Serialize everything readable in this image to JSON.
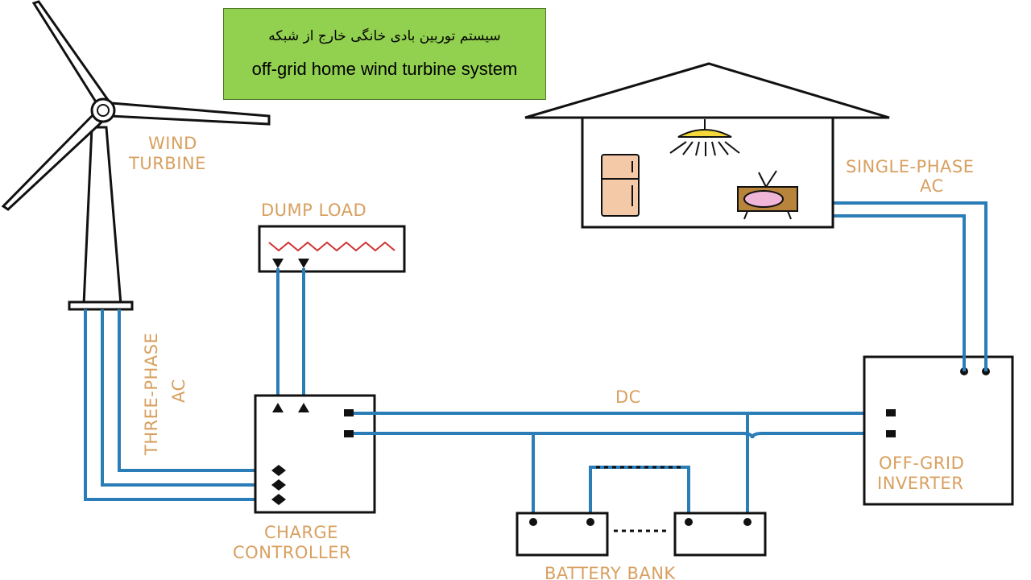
{
  "title": {
    "fa": "سیستم توربین بادی خانگی خارج از شبکه",
    "en": "off-grid home wind turbine system"
  },
  "labels": {
    "wind": "WIND",
    "turbine": "TURBINE",
    "dump_load": "DUMP LOAD",
    "three_phase": "THREE-PHASE",
    "ac": "AC",
    "single_phase": "SINGLE-PHASE",
    "single_ac": "AC",
    "dc": "DC",
    "charge": "CHARGE",
    "controller": "CONTROLLER",
    "off_grid": "OFF-GRID",
    "inverter": "INVERTER",
    "battery_bank": "BATTERY BANK"
  },
  "colors": {
    "label": "#d8a060",
    "wire": "#2b7db8",
    "title_bg": "#92d050"
  }
}
